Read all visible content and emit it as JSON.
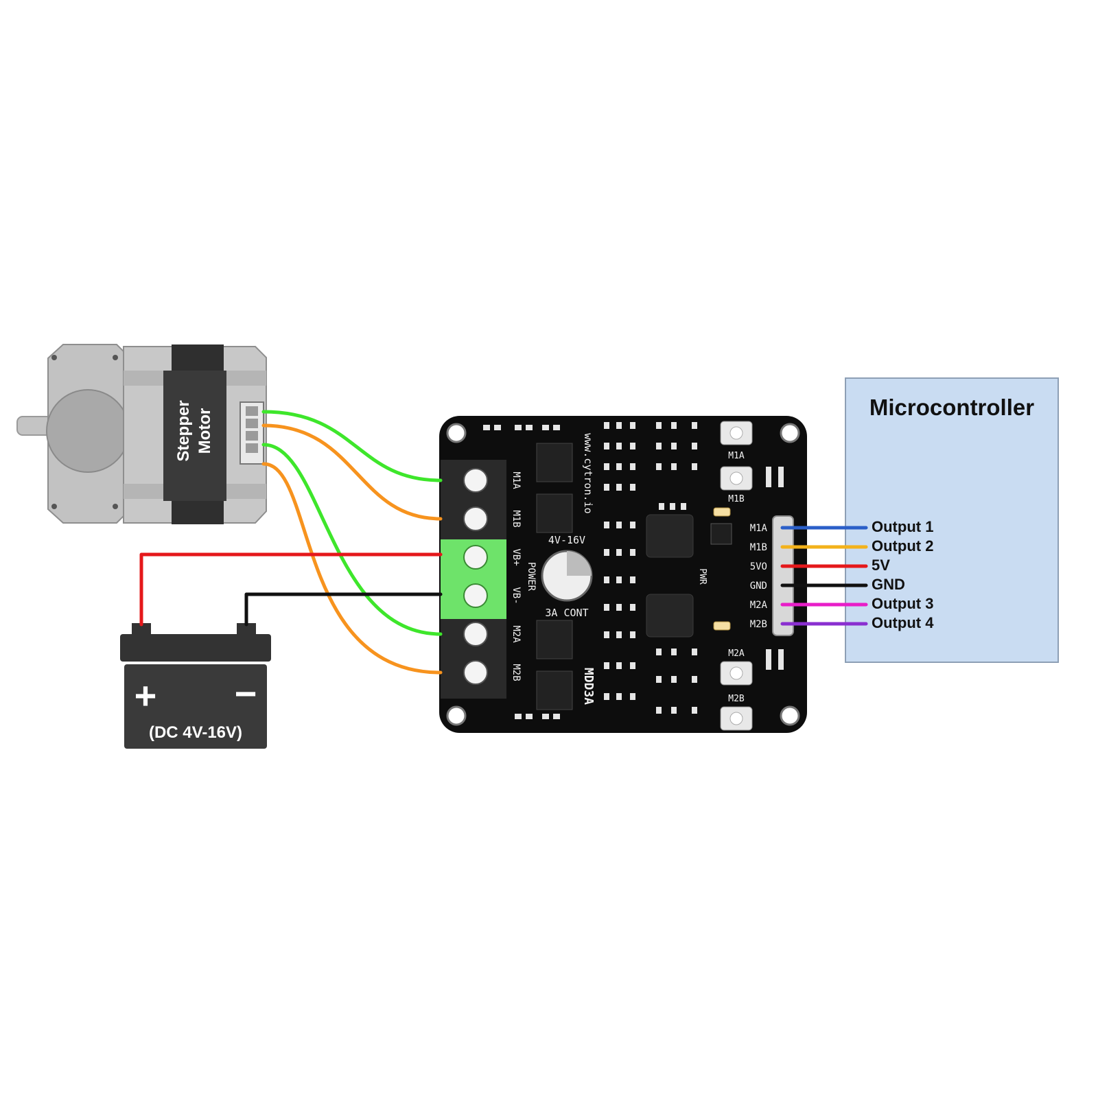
{
  "motor": {
    "label_line1": "Stepper",
    "label_line2": "Motor"
  },
  "battery": {
    "plus": "+",
    "minus": "−",
    "label": "(DC 4V-16V)"
  },
  "driver_board": {
    "url": "www.cytron.io",
    "model": "MDD3A",
    "voltage": "4V-16V",
    "rating": "3A CONT",
    "power_label": "POWER",
    "pwr_label": "PWR",
    "left_pins": [
      "M1A",
      "M1B",
      "VB+",
      "VB-",
      "M2A",
      "M2B"
    ],
    "header_pins": [
      "M1A",
      "M1B",
      "5VO",
      "GND",
      "M2A",
      "M2B"
    ],
    "buttons": [
      "M1A",
      "M1B",
      "M2A",
      "M2B"
    ]
  },
  "microcontroller": {
    "title": "Microcontroller",
    "pins": [
      "Output 1",
      "Output 2",
      "5V",
      "GND",
      "Output 3",
      "Output 4"
    ]
  },
  "wire_colors": {
    "output1": "#2b5fc8",
    "output2": "#f3b21b",
    "5v": "#e5181b",
    "gnd": "#111111",
    "output3": "#e81ec8",
    "output4": "#8a2fd0",
    "coil_a": "#3ee62b",
    "coil_b": "#f7931e",
    "battery_pos": "#e5181b",
    "battery_neg": "#111111"
  }
}
